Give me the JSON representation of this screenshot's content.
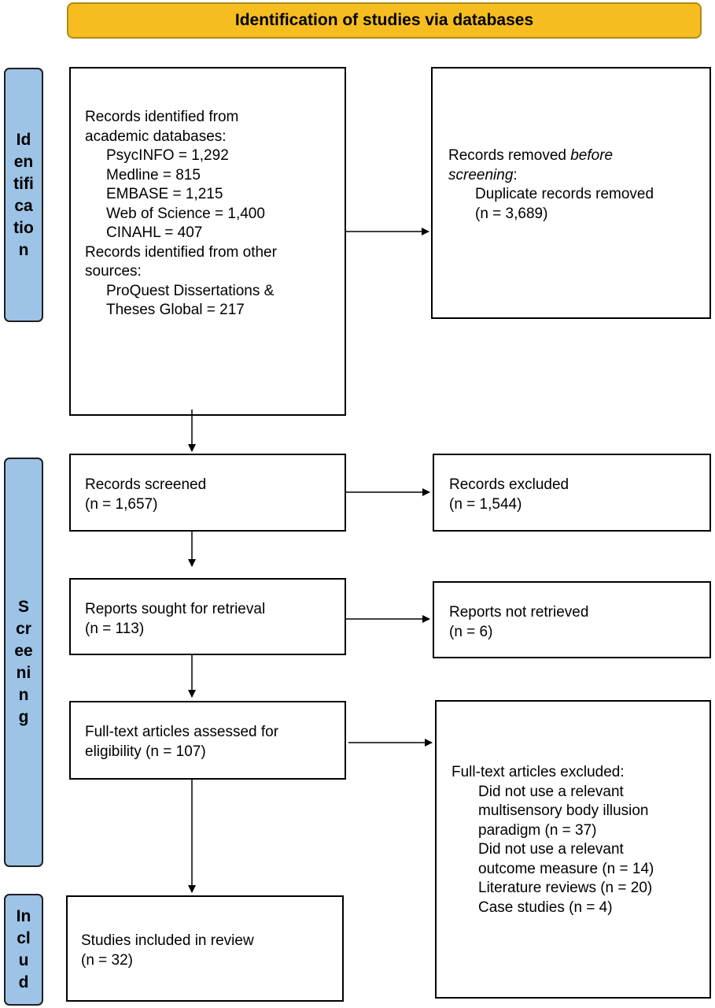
{
  "header": {
    "title": "Identification of studies via databases"
  },
  "phases": {
    "identification": [
      "Id",
      "en",
      "tifi",
      "ca",
      "tio",
      "n"
    ],
    "screening": [
      "S",
      "cr",
      "ee",
      "ni",
      "n",
      "g"
    ],
    "included": [
      "In",
      "cl",
      "u",
      "d"
    ]
  },
  "identification_box": {
    "line1": "Records identified from",
    "line2": "academic databases:",
    "db1": "PsycINFO = 1,292",
    "db2": "Medline = 815",
    "db3": "EMBASE = 1,215",
    "db4": "Web of Science = 1,400",
    "db5": "CINAHL = 407",
    "line3": "Records identified from other",
    "line4": "sources:",
    "other1": "ProQuest Dissertations &",
    "other2": "Theses Global = 217"
  },
  "removed_box": {
    "prefix": "Records removed ",
    "italic1": "before",
    "italic2": "screening",
    "suffix": ":",
    "detail": "Duplicate records removed",
    "count": "(n = 3,689)"
  },
  "screened_box": {
    "label": "Records screened",
    "count": "(n = 1,657)"
  },
  "excluded_box": {
    "label": "Records excluded",
    "count": "(n = 1,544)"
  },
  "sought_box": {
    "label": "Reports sought for retrieval",
    "count": "(n = 113)"
  },
  "not_retrieved_box": {
    "label": "Reports not retrieved",
    "count": "(n = 6)"
  },
  "assessed_box": {
    "line1": "Full-text articles assessed for",
    "line2": "eligibility (n = 107)"
  },
  "fulltext_excluded_box": {
    "title": "Full-text articles excluded:",
    "r1": "Did not use a relevant",
    "r2": "multisensory body illusion",
    "r3": "paradigm (n = 37)",
    "r4": "Did not use a relevant",
    "r5": "outcome measure (n = 14)",
    "r6": "Literature reviews (n = 20)",
    "r7": "Case studies (n = 4)"
  },
  "included_box": {
    "label": "Studies included in review",
    "count": "(n = 32)"
  },
  "colors": {
    "banner": "#f5bd1f",
    "phase": "#9dc3e6"
  }
}
